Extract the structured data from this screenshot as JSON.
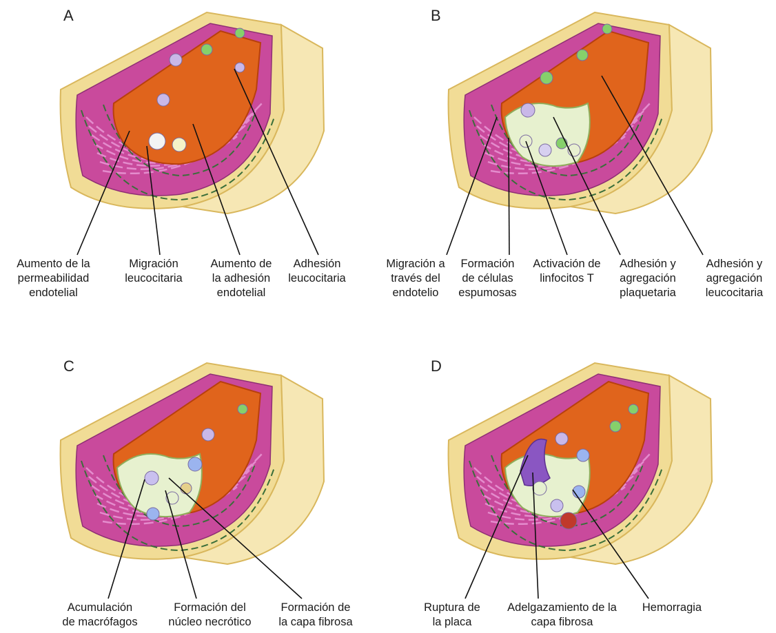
{
  "colors": {
    "lumen": "#e0641c",
    "lumen_dark": "#b8400c",
    "media": "#c94a9c",
    "media_light": "#e48ccd",
    "adventitia": "#f1dc96",
    "adventitia_dark": "#d9b75c",
    "elastic_line": "#3a6e3a",
    "plaque": "#e7f1cf",
    "leader": "#111111"
  },
  "panels": [
    {
      "letter": "A",
      "labels": [
        "Aumento de la\npermeabilidad\nendotelial",
        "Migración\nleucocitaria",
        "Aumento de\nla adhesión\nendotelial",
        "Adhesión\nleucocitaria"
      ]
    },
    {
      "letter": "B",
      "labels": [
        "Migración a\ntravés del\nendotelio",
        "Formación\nde células\nespumosas",
        "Activación de\nlinfocitos T",
        "Adhesión y\nagregación\nplaquetaria",
        "Adhesión y\nagregación\nleucocitaria"
      ]
    },
    {
      "letter": "C",
      "labels": [
        "Acumulación\nde macrófagos",
        "Formación del\nnúcleo necrótico",
        "Formación de\nla capa fibrosa"
      ]
    },
    {
      "letter": "D",
      "labels": [
        "Ruptura de\nla placa",
        "Adelgazamiento de la\ncapa fibrosa",
        "Hemorragia"
      ]
    }
  ]
}
